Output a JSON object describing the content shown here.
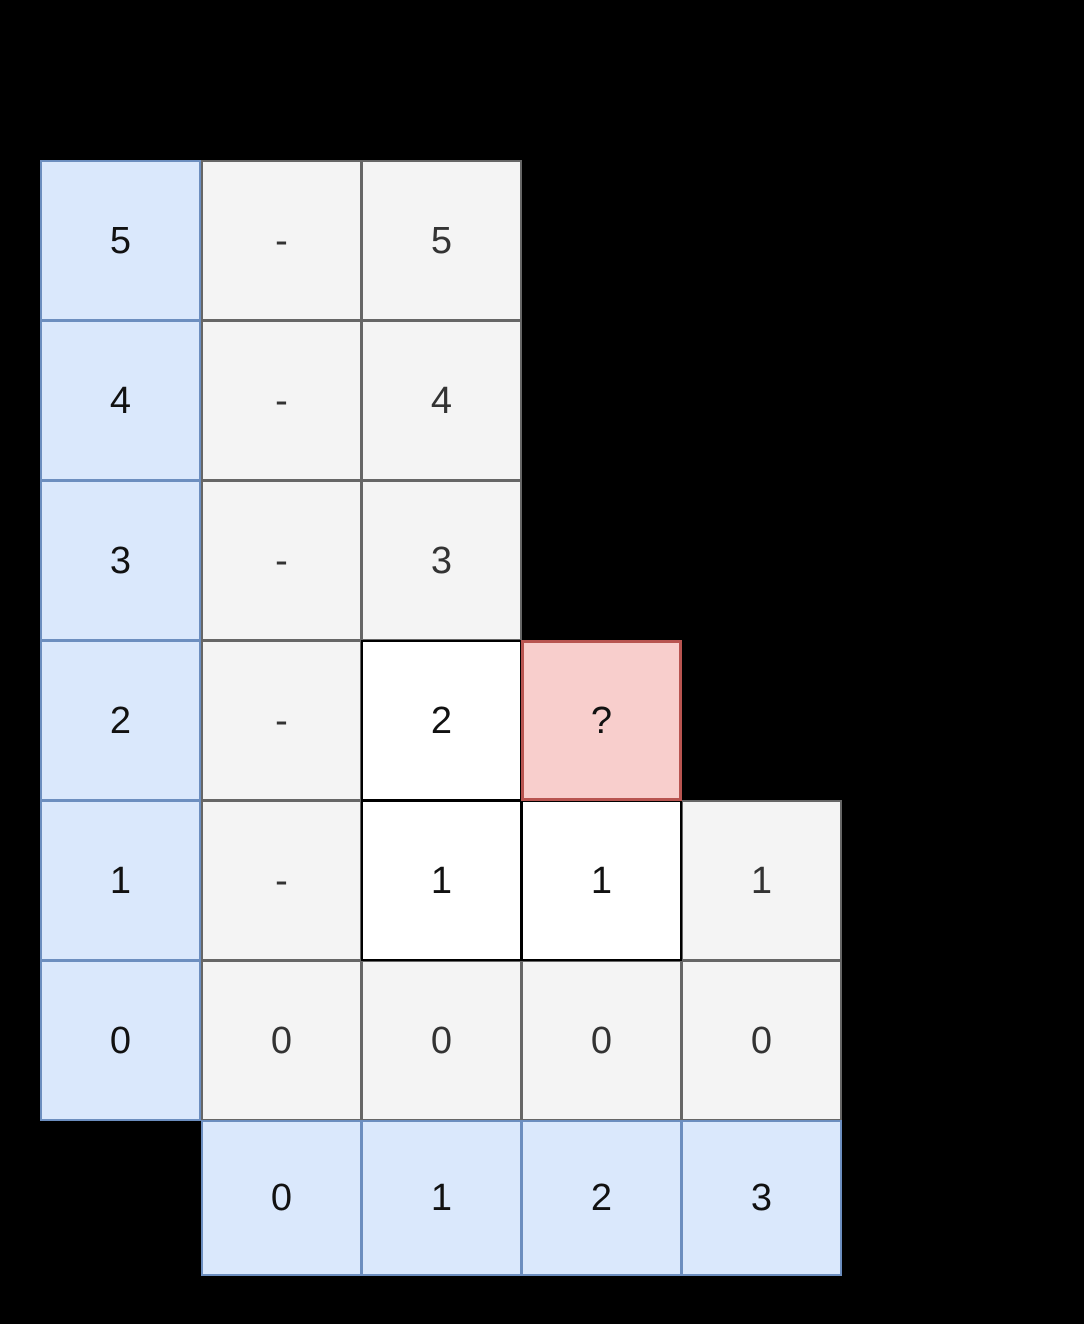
{
  "figure": {
    "type": "grid-table",
    "background_color": "#000000",
    "colors": {
      "header_fill": "#dae8fc",
      "header_border": "#6c8ebf",
      "cell_fill": "#f4f4f4",
      "cell_border": "#666666",
      "path_fill": "#ffffff",
      "path_border": "#000000",
      "target_fill": "#f8cecc",
      "target_border": "#b85450",
      "text": "#333333"
    }
  },
  "row_headers": [
    "5",
    "4",
    "3",
    "2",
    "1",
    "0"
  ],
  "column_headers": [
    "0",
    "1",
    "2",
    "3"
  ],
  "rows": [
    {
      "header": "5",
      "cells": [
        {
          "col": "0",
          "value": "-",
          "style": "plain"
        },
        {
          "col": "1",
          "value": "5",
          "style": "plain"
        }
      ]
    },
    {
      "header": "4",
      "cells": [
        {
          "col": "0",
          "value": "-",
          "style": "plain"
        },
        {
          "col": "1",
          "value": "4",
          "style": "plain"
        }
      ]
    },
    {
      "header": "3",
      "cells": [
        {
          "col": "0",
          "value": "-",
          "style": "plain"
        },
        {
          "col": "1",
          "value": "3",
          "style": "plain"
        }
      ]
    },
    {
      "header": "2",
      "cells": [
        {
          "col": "0",
          "value": "-",
          "style": "plain"
        },
        {
          "col": "1",
          "value": "2",
          "style": "path"
        },
        {
          "col": "2",
          "value": "?",
          "style": "target"
        }
      ]
    },
    {
      "header": "1",
      "cells": [
        {
          "col": "0",
          "value": "-",
          "style": "plain"
        },
        {
          "col": "1",
          "value": "1",
          "style": "path"
        },
        {
          "col": "2",
          "value": "1",
          "style": "path"
        },
        {
          "col": "3",
          "value": "1",
          "style": "plain"
        }
      ]
    },
    {
      "header": "0",
      "cells": [
        {
          "col": "0",
          "value": "0",
          "style": "plain"
        },
        {
          "col": "1",
          "value": "0",
          "style": "plain"
        },
        {
          "col": "2",
          "value": "0",
          "style": "plain"
        },
        {
          "col": "3",
          "value": "0",
          "style": "plain"
        }
      ]
    }
  ],
  "cells": {
    "r5c0": "-",
    "r5c1": "5",
    "r4c0": "-",
    "r4c1": "4",
    "r3c0": "-",
    "r3c1": "3",
    "r2c0": "-",
    "r2c1": "2",
    "r2c2": "?",
    "r1c0": "-",
    "r1c1": "1",
    "r1c2": "1",
    "r1c3": "1",
    "r0c0": "0",
    "r0c1": "0",
    "r0c2": "0",
    "r0c3": "0",
    "h5": "5",
    "h4": "4",
    "h3": "3",
    "h2": "2",
    "h1": "1",
    "h0": "0",
    "c0": "0",
    "c1": "1",
    "c2": "2",
    "c3": "3"
  }
}
